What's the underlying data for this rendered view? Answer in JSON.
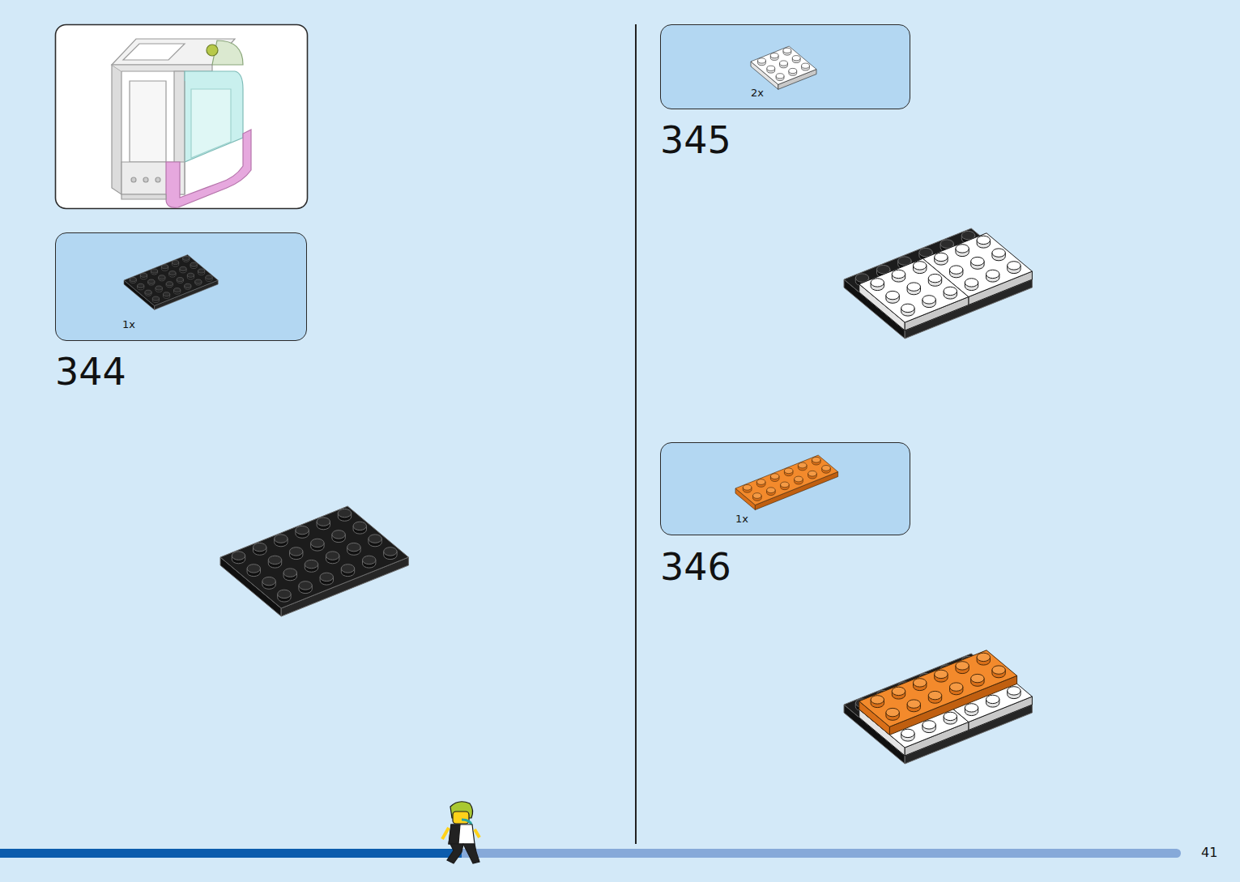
{
  "diagram": {
    "nodes": [
      {
        "text": [
          "1x"
        ]
      },
      {
        "text": [
          "2x"
        ]
      },
      {
        "text": [
          "1x"
        ]
      }
    ],
    "labels": [
      "344",
      "345",
      "346",
      "41"
    ]
  }
}
